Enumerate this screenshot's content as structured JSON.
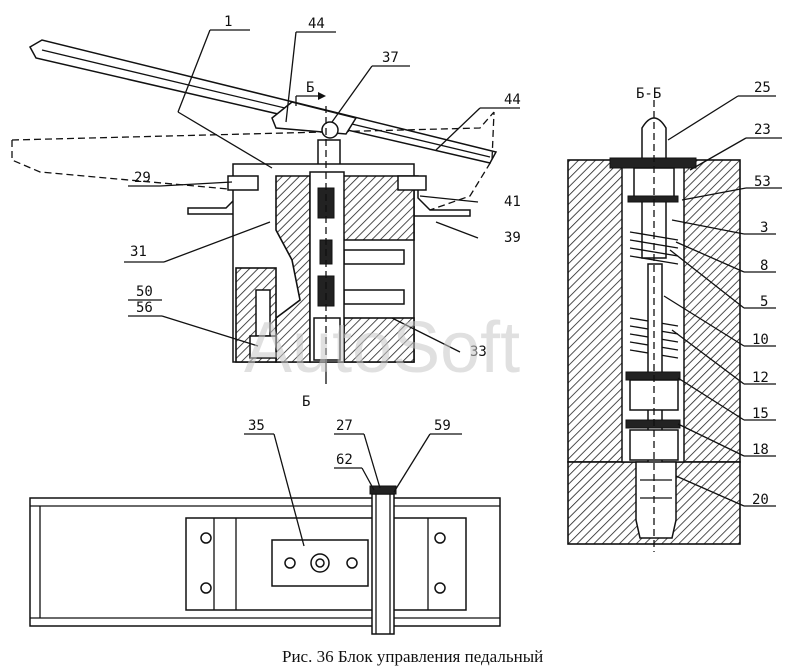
{
  "caption": "Рис. 36 Блок управления педальный",
  "watermark": "AutoSoft",
  "section": {
    "cut_letter_top": "Б",
    "cut_letter_bottom": "Б",
    "title": "Б-Б"
  },
  "callouts": {
    "c1": "1",
    "c44a": "44",
    "c37": "37",
    "c44b": "44",
    "c29": "29",
    "c41": "41",
    "c31": "31",
    "c39": "39",
    "c50": "50",
    "c56": "56",
    "c33": "33",
    "c25": "25",
    "c23": "23",
    "c53": "53",
    "c3": "3",
    "c8": "8",
    "c5": "5",
    "c10": "10",
    "c12": "12",
    "c15": "15",
    "c18": "18",
    "c20": "20",
    "c35": "35",
    "c27": "27",
    "c59": "59",
    "c62": "62"
  }
}
